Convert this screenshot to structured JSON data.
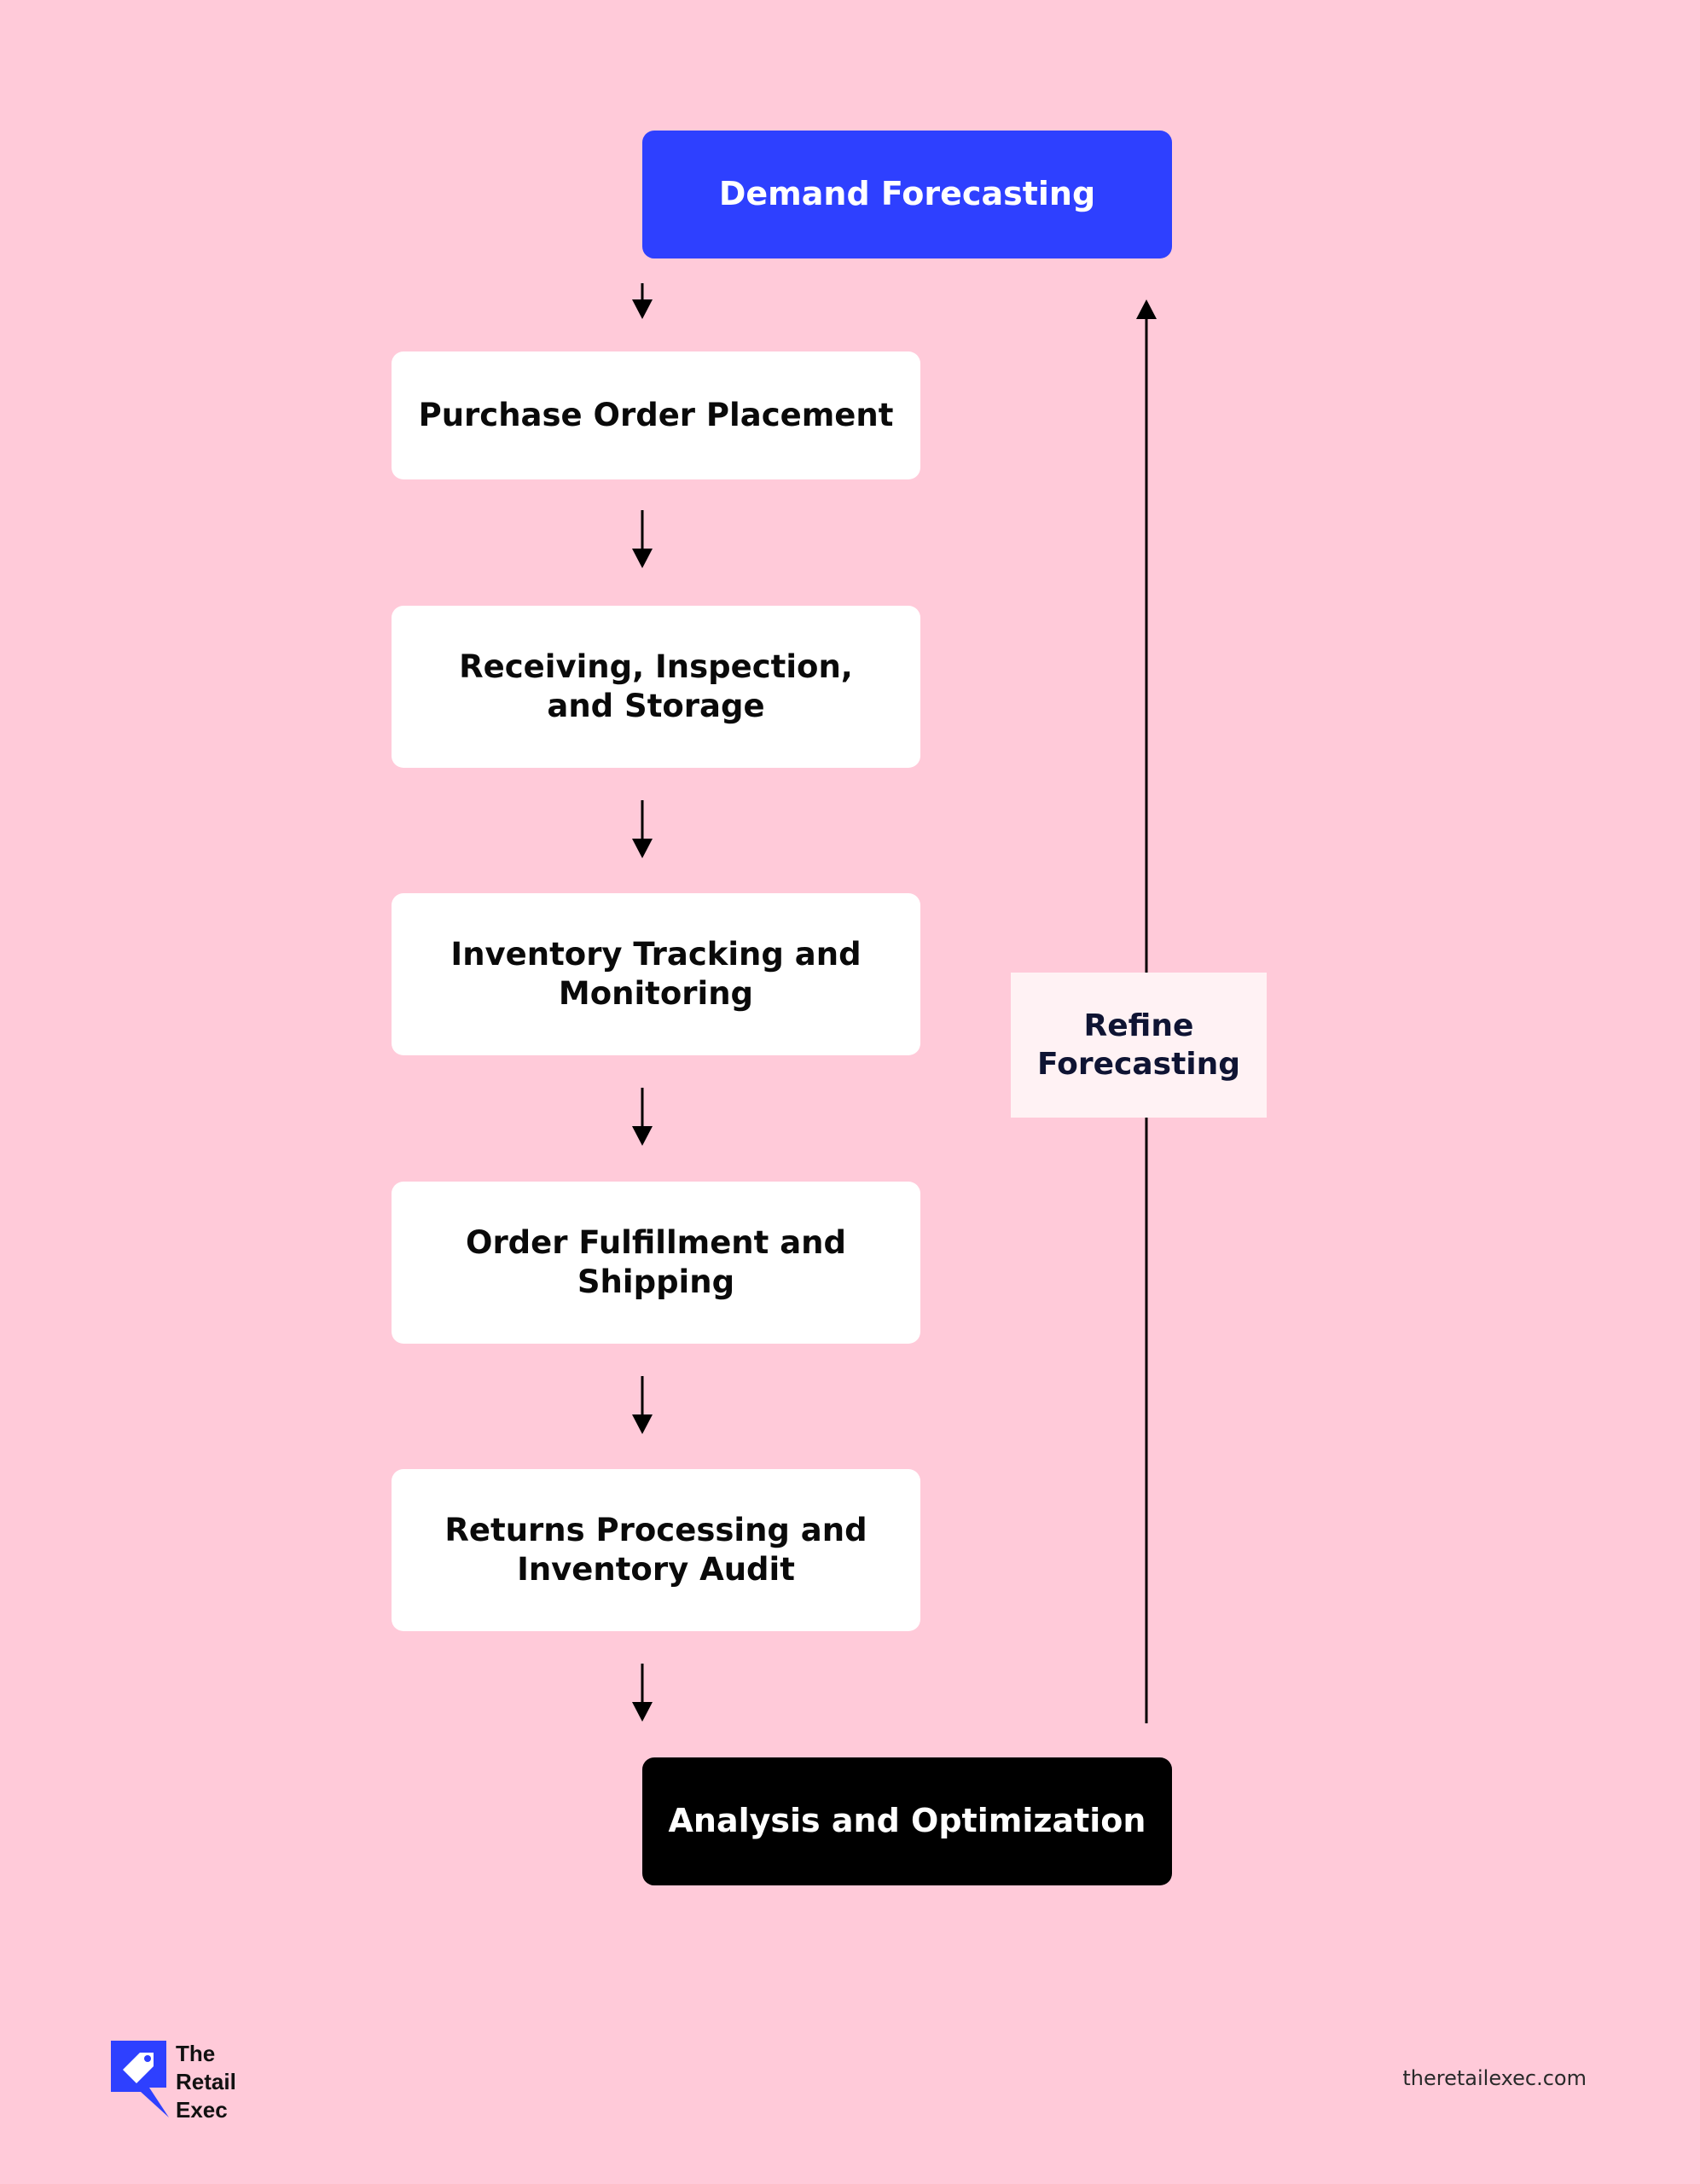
{
  "colors": {
    "background": "#ffcad9",
    "start_box": "#2e40ff",
    "end_box": "#000000",
    "step_box": "#ffffff",
    "refine_box": "#fff2f4",
    "arrow": "#000000"
  },
  "flow": {
    "start": "Demand Forecasting",
    "steps": [
      "Purchase Order Placement",
      "Receiving, Inspection,\nand Storage",
      "Inventory Tracking and\nMonitoring",
      "Order Fulfillment and\nShipping",
      "Returns Processing and\nInventory Audit"
    ],
    "end": "Analysis and Optimization",
    "loop_label": "Refine\nForecasting"
  },
  "footer": {
    "brand": "The\nRetail\nExec",
    "website": "theretailexec.com",
    "logo_icon": "price-tag-icon"
  }
}
